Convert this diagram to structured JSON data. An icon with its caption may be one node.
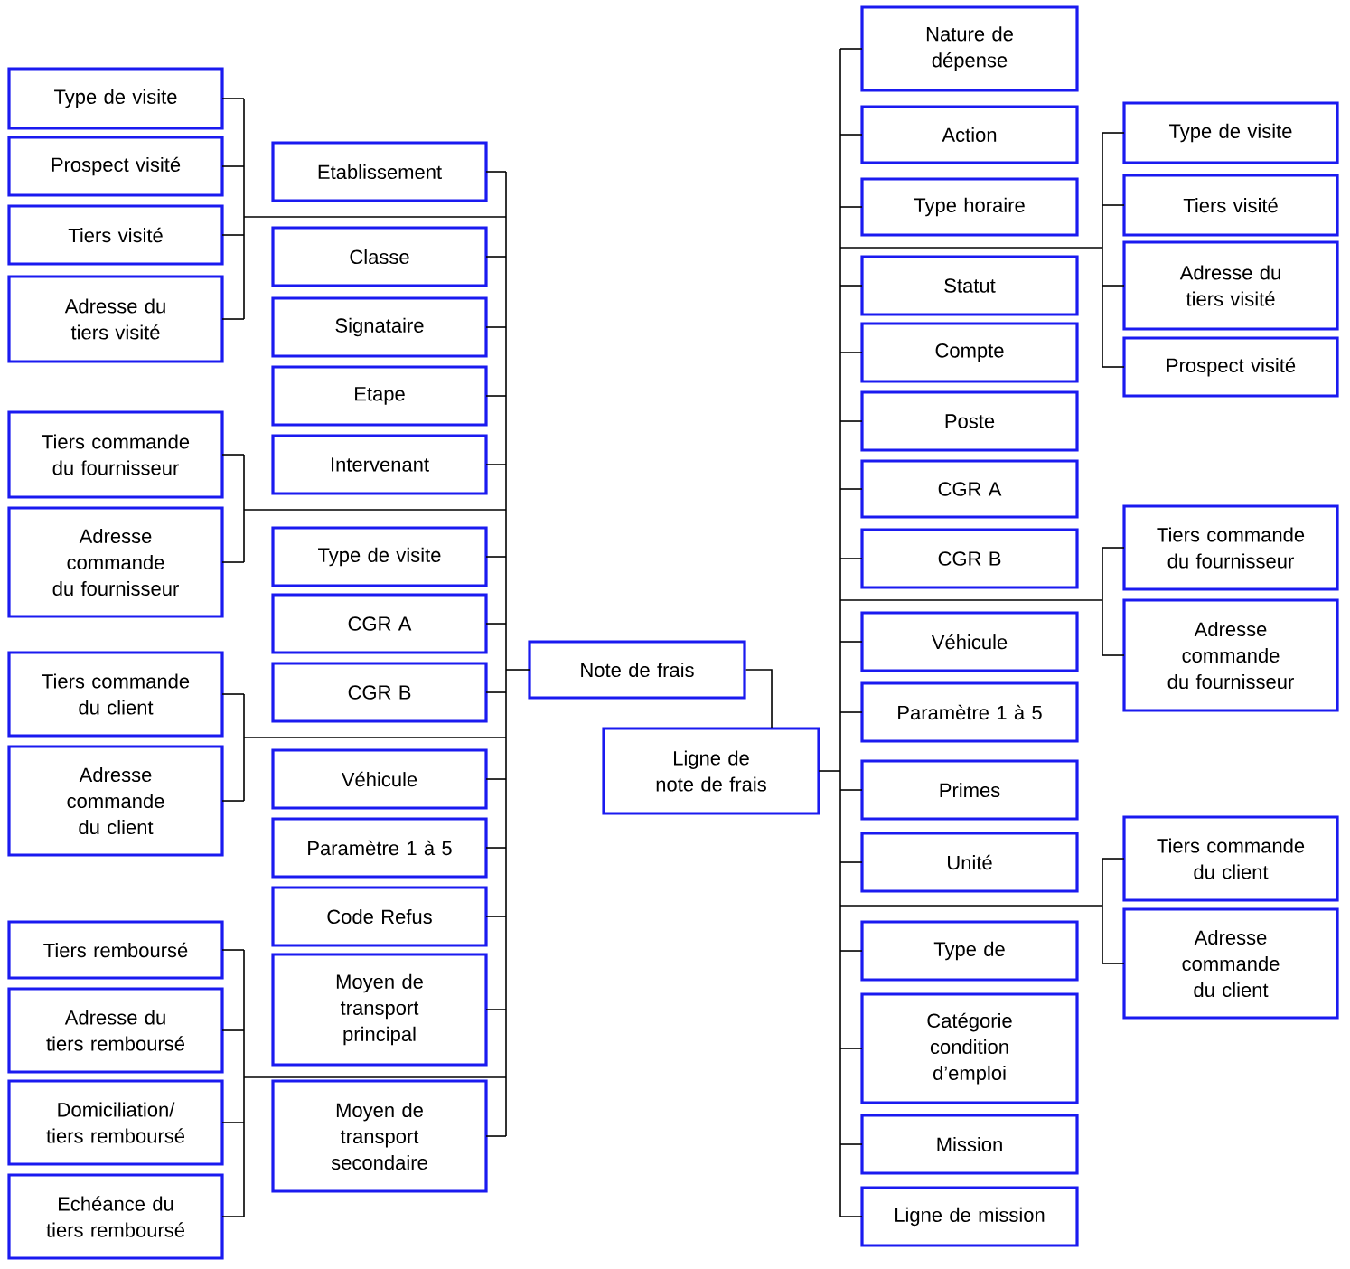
{
  "diagram": {
    "nodes": [
      {
        "text": [
          "Type de visite"
        ]
      },
      {
        "text": [
          "Prospect visité"
        ]
      },
      {
        "text": [
          "Tiers visité"
        ]
      },
      {
        "text": [
          "Adresse du tiers visité"
        ]
      },
      {
        "text": [
          "Tiers commande du fournisseur"
        ]
      },
      {
        "text": [
          "Adresse commande du fournisseur"
        ]
      },
      {
        "text": [
          "Tiers commande du client"
        ]
      },
      {
        "text": [
          "Adresse commande du client"
        ]
      },
      {
        "text": [
          "Tiers remboursé"
        ]
      },
      {
        "text": [
          "Adresse du tiers remboursé"
        ]
      },
      {
        "text": [
          "Domiciliation/ tiers remboursé"
        ]
      },
      {
        "text": [
          "Echéance du tiers remboursé"
        ]
      },
      {
        "text": [
          "Etablissement"
        ]
      },
      {
        "text": [
          "Classe"
        ]
      },
      {
        "text": [
          "Signataire"
        ]
      },
      {
        "text": [
          "Etape"
        ]
      },
      {
        "text": [
          "Intervenant"
        ]
      },
      {
        "text": [
          "Type de visite"
        ]
      },
      {
        "text": [
          "CGR A"
        ]
      },
      {
        "text": [
          "CGR B"
        ]
      },
      {
        "text": [
          "Véhicule"
        ]
      },
      {
        "text": [
          "Paramètre 1 à 5"
        ]
      },
      {
        "text": [
          "Code Refus"
        ]
      },
      {
        "text": [
          "Moyen de transport principal"
        ]
      },
      {
        "text": [
          "Moyen de transport secondaire"
        ]
      },
      {
        "text": [
          "Note de frais"
        ]
      },
      {
        "text": [
          "Ligne de note de frais"
        ]
      },
      {
        "text": [
          "Nature de dépense"
        ]
      },
      {
        "text": [
          "Action"
        ]
      },
      {
        "text": [
          "Type horaire"
        ]
      },
      {
        "text": [
          "Statut"
        ]
      },
      {
        "text": [
          "Compte"
        ]
      },
      {
        "text": [
          "Poste"
        ]
      },
      {
        "text": [
          "CGR A"
        ]
      },
      {
        "text": [
          "CGR B"
        ]
      },
      {
        "text": [
          "Véhicule"
        ]
      },
      {
        "text": [
          "Paramètre 1 à 5"
        ]
      },
      {
        "text": [
          "Primes"
        ]
      },
      {
        "text": [
          "Unité"
        ]
      },
      {
        "text": [
          "Type de"
        ]
      },
      {
        "text": [
          "Catégorie condition d’emploi"
        ]
      },
      {
        "text": [
          "Mission"
        ]
      },
      {
        "text": [
          "Ligne de mission"
        ]
      },
      {
        "text": [
          "Type de visite"
        ]
      },
      {
        "text": [
          "Tiers visité"
        ]
      },
      {
        "text": [
          "Adresse du tiers visité"
        ]
      },
      {
        "text": [
          "Prospect visité"
        ]
      },
      {
        "text": [
          "Tiers commande du fournisseur"
        ]
      },
      {
        "text": [
          "Adresse commande du fournisseur"
        ]
      },
      {
        "text": [
          "Tiers commande du client"
        ]
      },
      {
        "text": [
          "Adresse commande du client"
        ]
      }
    ],
    "edges": [
      {
        "from": 25,
        "to": 0,
        "arrow": "none"
      },
      {
        "from": 25,
        "to": 1,
        "arrow": "none"
      },
      {
        "from": 25,
        "to": 2,
        "arrow": "none"
      },
      {
        "from": 25,
        "to": 3,
        "arrow": "none"
      },
      {
        "from": 25,
        "to": 4,
        "arrow": "none"
      },
      {
        "from": 25,
        "to": 5,
        "arrow": "none"
      },
      {
        "from": 25,
        "to": 6,
        "arrow": "none"
      },
      {
        "from": 25,
        "to": 7,
        "arrow": "none"
      },
      {
        "from": 25,
        "to": 8,
        "arrow": "none"
      },
      {
        "from": 25,
        "to": 9,
        "arrow": "none"
      },
      {
        "from": 25,
        "to": 10,
        "arrow": "none"
      },
      {
        "from": 25,
        "to": 11,
        "arrow": "none"
      },
      {
        "from": 25,
        "to": 12,
        "arrow": "none"
      },
      {
        "from": 25,
        "to": 13,
        "arrow": "none"
      },
      {
        "from": 25,
        "to": 14,
        "arrow": "none"
      },
      {
        "from": 25,
        "to": 15,
        "arrow": "none"
      },
      {
        "from": 25,
        "to": 16,
        "arrow": "none"
      },
      {
        "from": 25,
        "to": 17,
        "arrow": "none"
      },
      {
        "from": 25,
        "to": 18,
        "arrow": "none"
      },
      {
        "from": 25,
        "to": 19,
        "arrow": "none"
      },
      {
        "from": 25,
        "to": 20,
        "arrow": "none"
      },
      {
        "from": 25,
        "to": 21,
        "arrow": "none"
      },
      {
        "from": 25,
        "to": 22,
        "arrow": "none"
      },
      {
        "from": 25,
        "to": 23,
        "arrow": "none"
      },
      {
        "from": 25,
        "to": 24,
        "arrow": "none"
      },
      {
        "from": 25,
        "to": 26,
        "arrow": "none"
      },
      {
        "from": 26,
        "to": 27,
        "arrow": "none"
      },
      {
        "from": 26,
        "to": 28,
        "arrow": "none"
      },
      {
        "from": 26,
        "to": 29,
        "arrow": "none"
      },
      {
        "from": 26,
        "to": 30,
        "arrow": "none"
      },
      {
        "from": 26,
        "to": 31,
        "arrow": "none"
      },
      {
        "from": 26,
        "to": 32,
        "arrow": "none"
      },
      {
        "from": 26,
        "to": 33,
        "arrow": "none"
      },
      {
        "from": 26,
        "to": 34,
        "arrow": "none"
      },
      {
        "from": 26,
        "to": 35,
        "arrow": "none"
      },
      {
        "from": 26,
        "to": 36,
        "arrow": "none"
      },
      {
        "from": 26,
        "to": 37,
        "arrow": "none"
      },
      {
        "from": 26,
        "to": 38,
        "arrow": "none"
      },
      {
        "from": 26,
        "to": 39,
        "arrow": "none"
      },
      {
        "from": 26,
        "to": 40,
        "arrow": "none"
      },
      {
        "from": 26,
        "to": 41,
        "arrow": "none"
      },
      {
        "from": 26,
        "to": 42,
        "arrow": "none"
      },
      {
        "from": 26,
        "to": 43,
        "arrow": "none"
      },
      {
        "from": 26,
        "to": 44,
        "arrow": "none"
      },
      {
        "from": 26,
        "to": 45,
        "arrow": "none"
      },
      {
        "from": 26,
        "to": 46,
        "arrow": "none"
      },
      {
        "from": 26,
        "to": 47,
        "arrow": "none"
      },
      {
        "from": 26,
        "to": 48,
        "arrow": "none"
      },
      {
        "from": 26,
        "to": 49,
        "arrow": "none"
      },
      {
        "from": 26,
        "to": 50,
        "arrow": "none"
      }
    ]
  }
}
